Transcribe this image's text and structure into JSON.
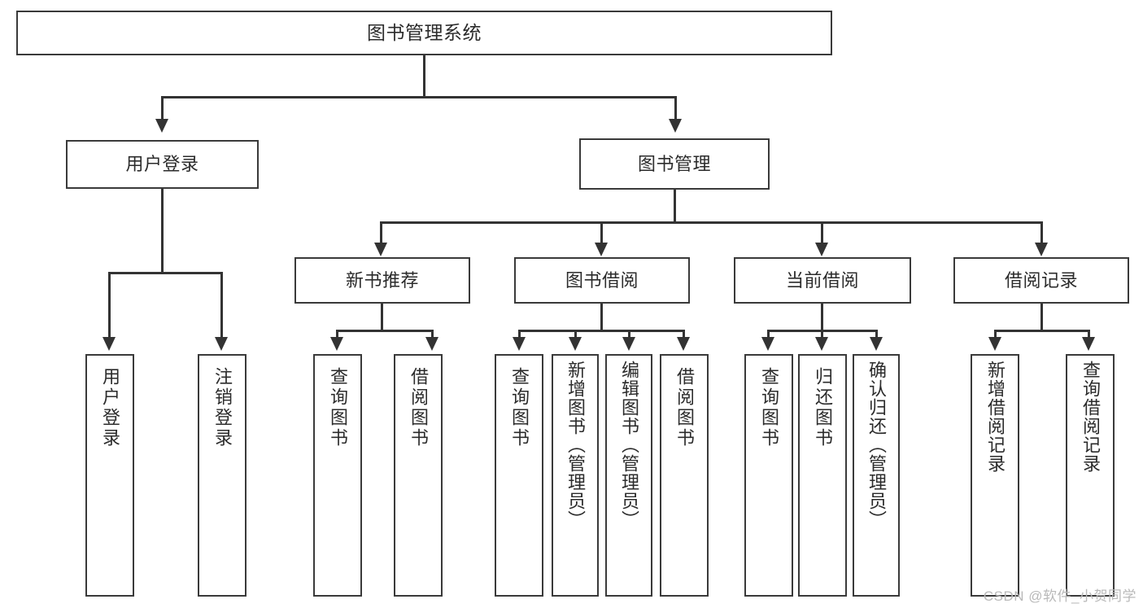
{
  "diagram": {
    "title": "图书管理系统",
    "type": "tree",
    "watermark": "CSDN @软件_小贺同学",
    "colors": {
      "background": "#ffffff",
      "box_border": "#3a3a3a",
      "connector": "#333333",
      "text": "#2b2b2b",
      "watermark": "#b9b9b9"
    },
    "nodes": {
      "root": {
        "label": "图书管理系统"
      },
      "tier1": [
        {
          "id": "user-login",
          "label": "用户登录"
        },
        {
          "id": "book-manage",
          "label": "图书管理"
        }
      ],
      "tier2": [
        {
          "id": "new-book-recommend",
          "label": "新书推荐",
          "parent": "book-manage"
        },
        {
          "id": "book-borrow",
          "label": "图书借阅",
          "parent": "book-manage"
        },
        {
          "id": "current-borrow",
          "label": "当前借阅",
          "parent": "book-manage"
        },
        {
          "id": "borrow-record",
          "label": "借阅记录",
          "parent": "book-manage"
        }
      ],
      "leaves": [
        {
          "id": "leaf-user-login",
          "label": "用户登录",
          "parent": "user-login"
        },
        {
          "id": "leaf-logout-login",
          "label": "注销登录",
          "parent": "user-login"
        },
        {
          "id": "leaf-query-book-1",
          "label": "查询图书",
          "parent": "new-book-recommend"
        },
        {
          "id": "leaf-borrow-book-1",
          "label": "借阅图书",
          "parent": "new-book-recommend"
        },
        {
          "id": "leaf-query-book-2",
          "label": "查询图书",
          "parent": "book-borrow"
        },
        {
          "id": "leaf-add-book",
          "label": "新增图书（管理员）",
          "parent": "book-borrow"
        },
        {
          "id": "leaf-edit-book",
          "label": "编辑图书（管理员）",
          "parent": "book-borrow"
        },
        {
          "id": "leaf-borrow-book-2",
          "label": "借阅图书",
          "parent": "book-borrow"
        },
        {
          "id": "leaf-query-book-3",
          "label": "查询图书",
          "parent": "current-borrow"
        },
        {
          "id": "leaf-return-book",
          "label": "归还图书",
          "parent": "current-borrow"
        },
        {
          "id": "leaf-confirm-return",
          "label": "确认归还（管理员）",
          "parent": "current-borrow"
        },
        {
          "id": "leaf-add-record",
          "label": "新增借阅记录",
          "parent": "borrow-record"
        },
        {
          "id": "leaf-query-record",
          "label": "查询借阅记录",
          "parent": "borrow-record"
        }
      ]
    }
  }
}
